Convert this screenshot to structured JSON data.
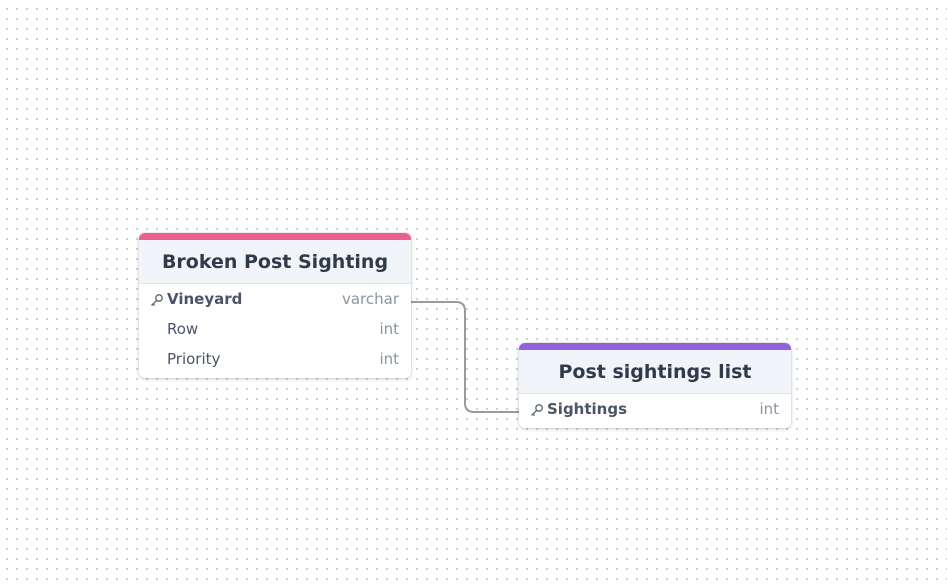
{
  "tables": [
    {
      "title": "Broken Post Sighting",
      "accent_color": "#ec6090",
      "columns": [
        {
          "name": "Vineyard",
          "type": "varchar",
          "primary_key": true
        },
        {
          "name": "Row",
          "type": "int",
          "primary_key": false
        },
        {
          "name": "Priority",
          "type": "int",
          "primary_key": false
        }
      ]
    },
    {
      "title": "Post sightings list",
      "accent_color": "#9560e0",
      "columns": [
        {
          "name": "Sightings",
          "type": "int",
          "primary_key": true
        }
      ]
    }
  ],
  "relationships": [
    {
      "from": "Broken Post Sighting.Vineyard",
      "to": "Post sightings list.Sightings"
    }
  ],
  "icons": {
    "primary_key": "key-icon"
  }
}
